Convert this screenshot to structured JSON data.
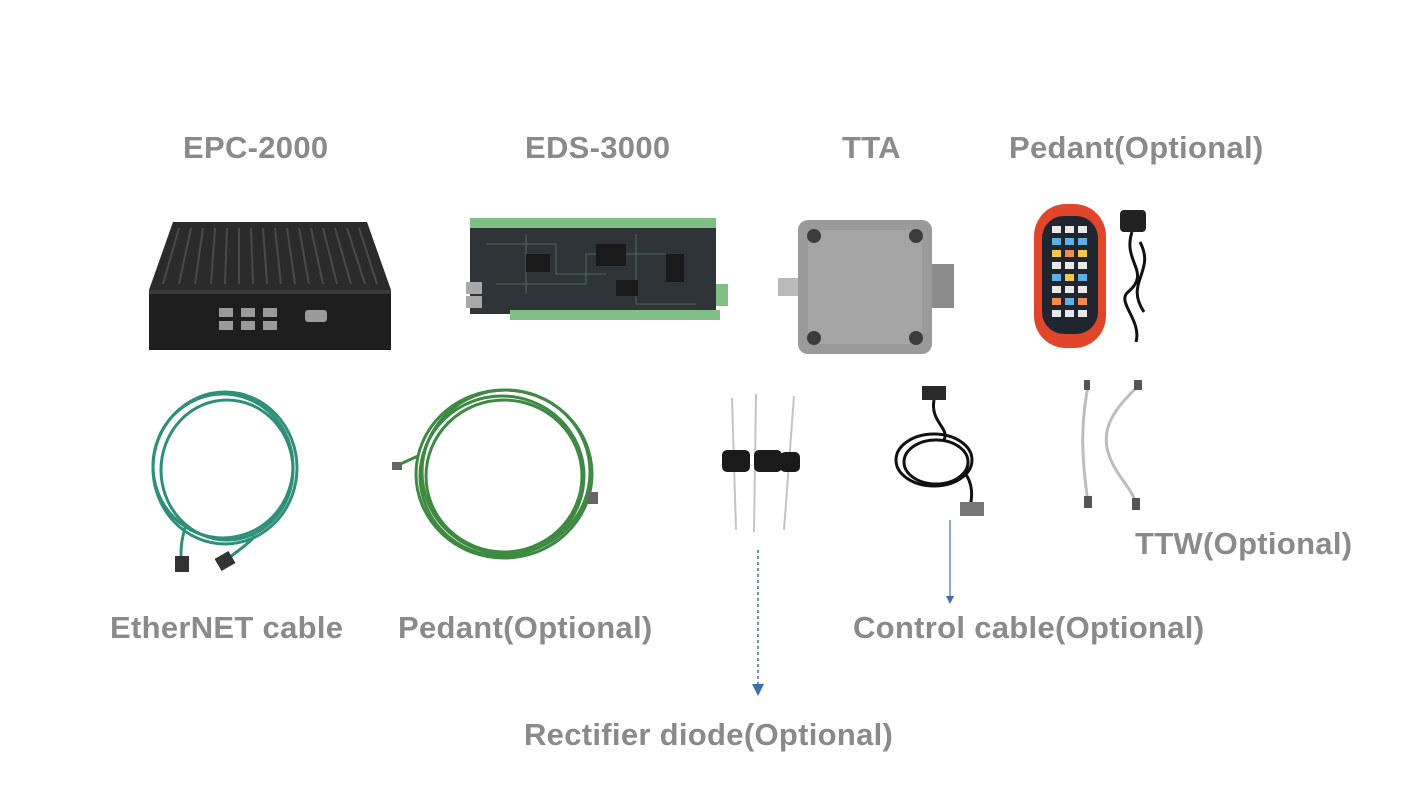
{
  "top_labels": {
    "epc": "EPC-2000",
    "eds": "EDS-3000",
    "tta": "TTA",
    "pedant": "Pedant(Optional)"
  },
  "bottom_labels": {
    "ethernet": "EtherNET cable",
    "pedant_cable": "Pedant(Optional)",
    "ttw": "TTW(Optional)",
    "control_cable": "Control cable(Optional)",
    "rectifier": "Rectifier diode(Optional)"
  },
  "images": {
    "epc": "industrial-pc-box",
    "eds": "controller-circuit-board",
    "tta": "gray-junction-box",
    "pedant": "handheld-pendant-remote",
    "ethernet": "green-ethernet-cable",
    "pedant_cable": "green-coiled-cable",
    "rectifier": "rectifier-diodes",
    "control_cable": "black-control-cable",
    "ttw": "ttw-cable-pair"
  },
  "colors": {
    "label": "#8a8a8a",
    "arrow": "#3a6fa8",
    "pendant_body": "#e2462a"
  }
}
